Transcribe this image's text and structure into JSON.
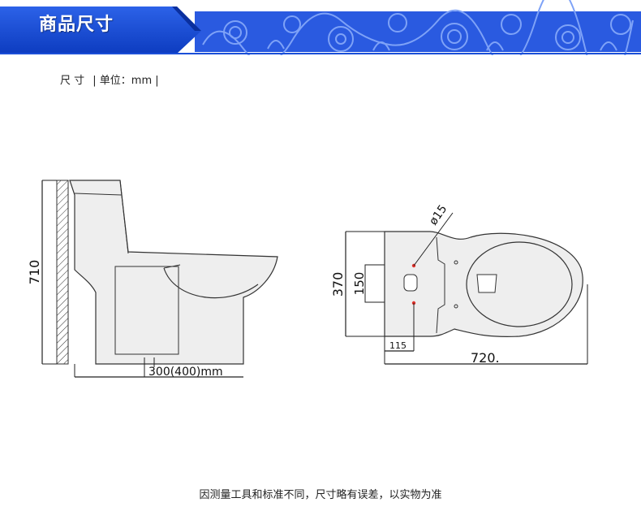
{
  "header": {
    "title": "商品尺寸",
    "colors": {
      "band": "#1b4fd8",
      "pattern_bg": "#2a5ae0",
      "pattern_fg": "#6f96f5"
    }
  },
  "unit_line": {
    "label": "尺 寸",
    "unit": "| 单位：mm |"
  },
  "side_view": {
    "height_label": "710",
    "base_label": "300(400)mm"
  },
  "top_view": {
    "width_label": "370",
    "inner_label": "150",
    "offset_label": "115",
    "length_label": "720.",
    "diameter_label": "ø15"
  },
  "footer": {
    "note": "因测量工具和标准不同，尺寸略有误差，以实物为准"
  }
}
